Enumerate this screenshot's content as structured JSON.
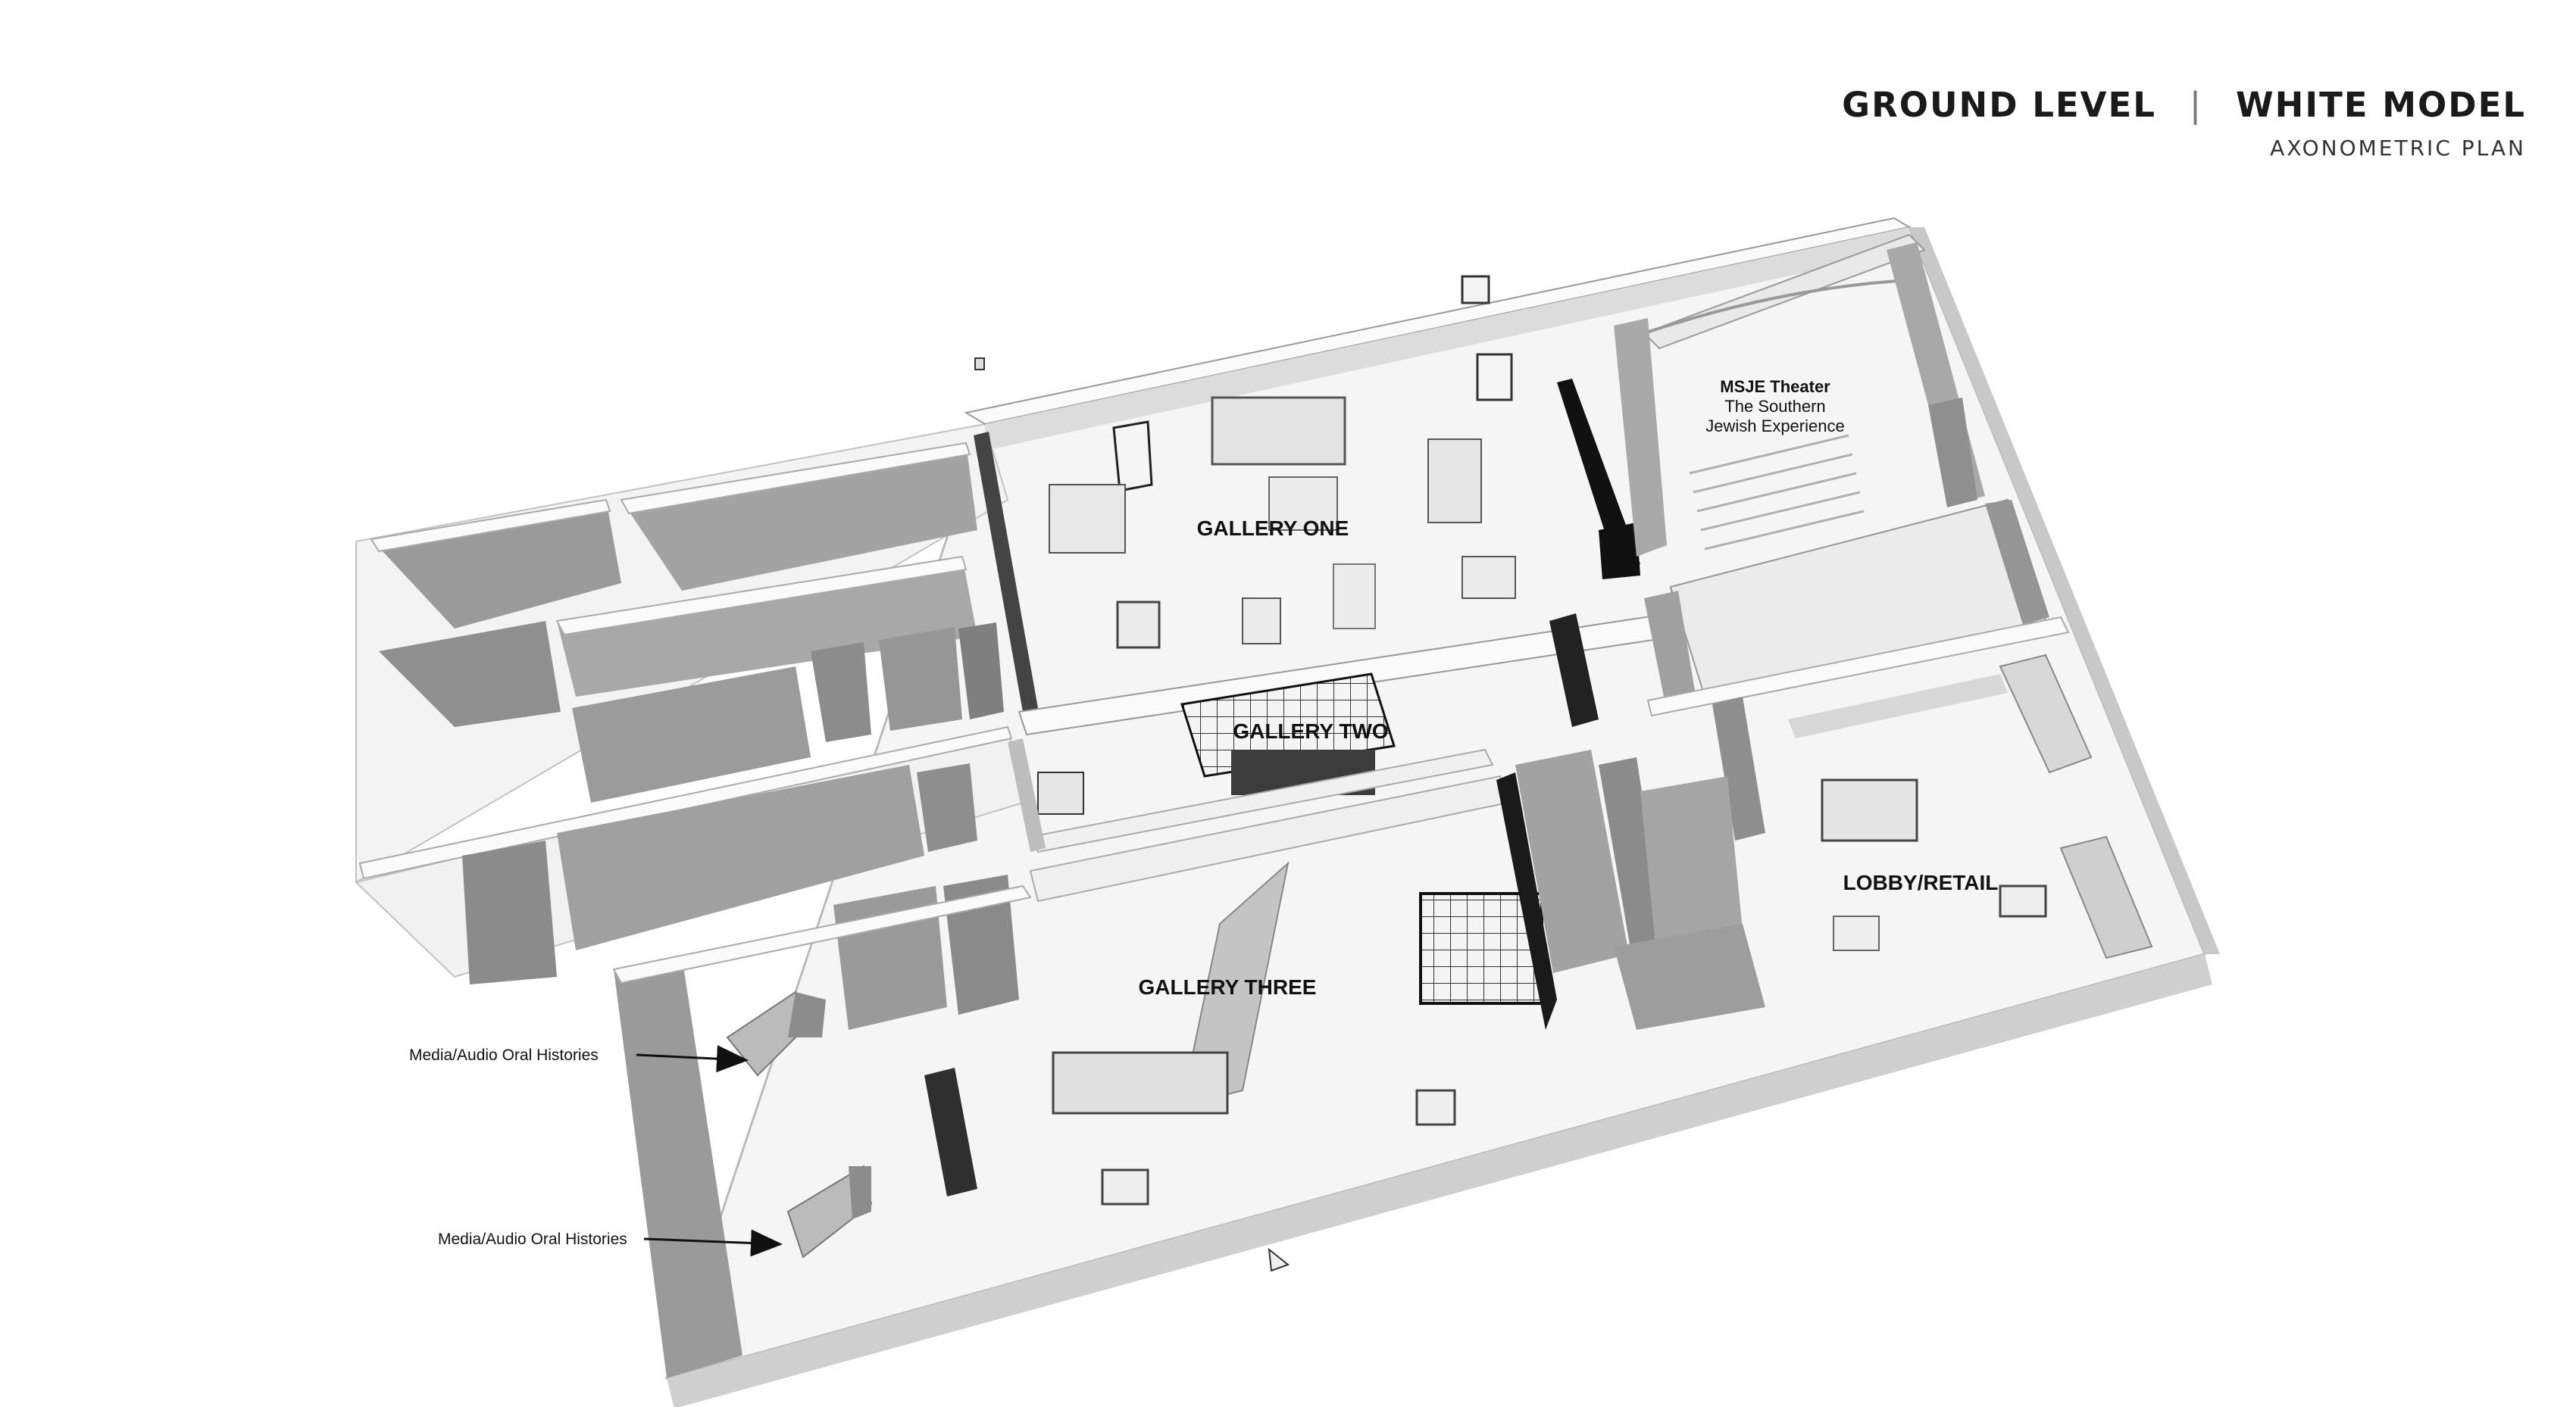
{
  "header": {
    "level": "GROUND LEVEL",
    "separator": "|",
    "model": "WHITE MODEL",
    "subtitle": "AXONOMETRIC PLAN"
  },
  "rooms": {
    "gallery_one": "GALLERY ONE",
    "gallery_two": "GALLERY TWO",
    "gallery_three": "GALLERY THREE",
    "lobby": "LOBBY/RETAIL",
    "theater_title": "MSJE Theater",
    "theater_line1": "The Southern",
    "theater_line2": "Jewish Experience"
  },
  "annotations": {
    "media_upper": "Media/Audio Oral Histories",
    "media_lower": "Media/Audio Oral Histories"
  },
  "colors": {
    "floor": "#f5f5f5",
    "wall_top": "#fafafa",
    "wall_face": "#9a9a9a",
    "wall_face_dark": "#7d7d7d",
    "accent_black": "#111111"
  }
}
